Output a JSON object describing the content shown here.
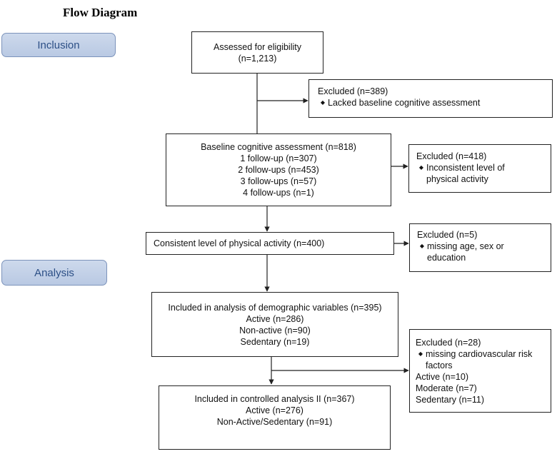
{
  "title": "Flow Diagram",
  "phases": {
    "inclusion": "Inclusion",
    "analysis": "Analysis"
  },
  "assessed": {
    "line1": "Assessed for eligibility",
    "line2": "(n=1,213)"
  },
  "excluded1": {
    "heading": "Excluded (n=389)",
    "item": "Lacked baseline cognitive assessment"
  },
  "baseline": {
    "lines": [
      "Baseline cognitive assessment (n=818)",
      "1 follow-up (n=307)",
      "2 follow-ups (n=453)",
      "3 follow-ups (n=57)",
      "4 follow-ups (n=1)"
    ]
  },
  "excluded2": {
    "heading": "Excluded (n=418)",
    "item_line1": "Inconsistent level of",
    "item_line2": "physical activity"
  },
  "consistent": {
    "label": "Consistent level of physical activity (n=400)"
  },
  "excluded3": {
    "heading": "Excluded (n=5)",
    "item_line1": "missing age, sex or",
    "item_line2": "education"
  },
  "demographic": {
    "lines": [
      "Included in analysis of demographic variables (n=395)",
      "Active (n=286)",
      "Non-active (n=90)",
      "Sedentary (n=19)"
    ]
  },
  "excluded4": {
    "heading": "Excluded (n=28)",
    "item_line1": "missing cardiovascular risk",
    "item_line2": "factors",
    "extra": [
      "Active (n=10)",
      "Moderate (n=7)",
      "Sedentary (n=11)"
    ]
  },
  "controlled": {
    "lines": [
      "Included in controlled analysis II (n=367)",
      "Active (n=276)",
      "Non-Active/Sedentary (n=91)"
    ]
  }
}
